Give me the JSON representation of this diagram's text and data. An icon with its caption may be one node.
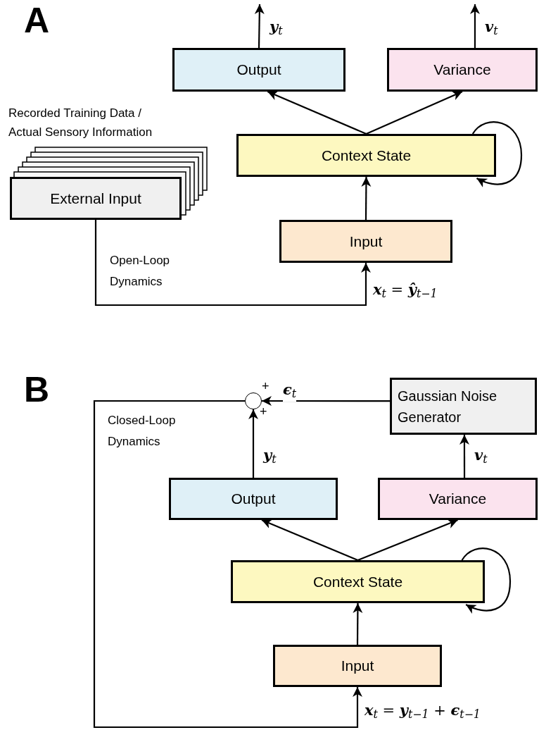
{
  "diagram": {
    "nodes": [
      {
        "text": [
          "Output"
        ]
      },
      {
        "text": [
          "Variance"
        ]
      },
      {
        "text": [
          "External Input"
        ]
      },
      {
        "text": [
          "Context State"
        ]
      },
      {
        "text": [
          "Input"
        ]
      },
      {
        "text": [
          "Gaussian Noise Generator"
        ]
      },
      {
        "text": [],
        "shape": "circle"
      },
      {
        "text": [
          "Output"
        ]
      },
      {
        "text": [
          "Variance"
        ]
      },
      {
        "text": [
          "Context State"
        ]
      },
      {
        "text": [
          "Input"
        ]
      }
    ],
    "edges": [
      {
        "from": 0,
        "to": null,
        "arrow": "to",
        "label": "**y**$_{t}$"
      },
      {
        "from": 1,
        "to": null,
        "arrow": "to",
        "label": "**v**$_{t}$"
      },
      {
        "from": 3,
        "to": 0,
        "arrow": "to"
      },
      {
        "from": 3,
        "to": 1,
        "arrow": "to"
      },
      {
        "from": 3,
        "to": 3,
        "arrow": "to"
      },
      {
        "from": 4,
        "to": 3,
        "arrow": "to"
      },
      {
        "from": 2,
        "to": 4,
        "arrow": "to",
        "label": "**x**$_{t}$ = **ŷ**$_{t−1}$"
      },
      {
        "from": 7,
        "to": 6,
        "arrow": "to",
        "label": "**y**$_{t}$"
      },
      {
        "from": 5,
        "to": 6,
        "arrow": "to",
        "label": "**ϵ**$_{t}$"
      },
      {
        "from": 8,
        "to": 5,
        "arrow": "to",
        "label": "**v**$_{t}$"
      },
      {
        "from": 9,
        "to": 7,
        "arrow": "to"
      },
      {
        "from": 9,
        "to": 8,
        "arrow": "to"
      },
      {
        "from": 9,
        "to": 9,
        "arrow": "to"
      },
      {
        "from": 10,
        "to": 9,
        "arrow": "to"
      },
      {
        "from": 6,
        "to": 10,
        "arrow": "to",
        "label": "**x**$_{t}$ = **y**$_{t−1}$ + **ϵ**$_{t−1}$"
      }
    ],
    "labels": [
      "A",
      "Recorded Training Data / Actual Sensory Information",
      "Open-Loop Dynamics",
      "B",
      "Closed-Loop Dynamics",
      "+",
      "+"
    ]
  }
}
